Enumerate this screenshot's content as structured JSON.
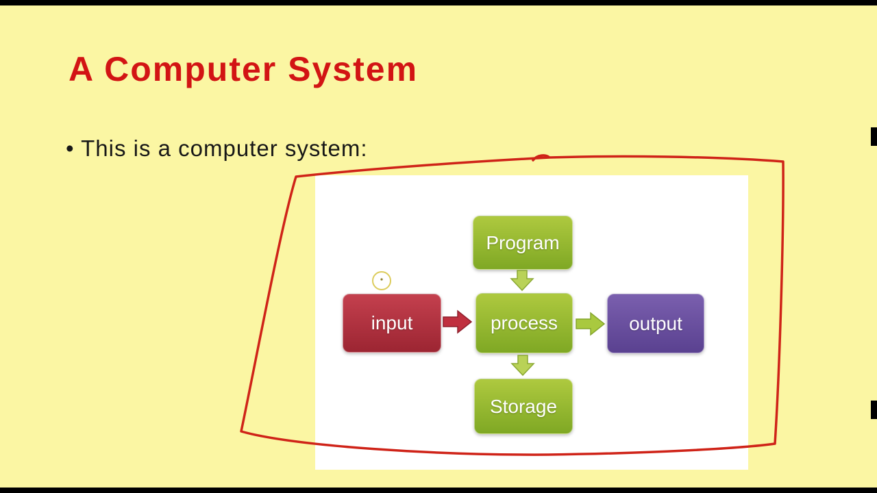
{
  "slide": {
    "title": "A Computer System",
    "bullet_text": "• This is a computer system:",
    "background_color": "#fbf6a3",
    "title_color": "#d21414",
    "body_text_color": "#171717"
  },
  "diagram": {
    "panel_color": "#ffffff",
    "nodes": [
      {
        "id": "program",
        "label": "Program",
        "color": "#8db52f"
      },
      {
        "id": "input",
        "label": "input",
        "color": "#b02b3a"
      },
      {
        "id": "process",
        "label": "process",
        "color": "#8db52f"
      },
      {
        "id": "output",
        "label": "output",
        "color": "#6a4f9e"
      },
      {
        "id": "storage",
        "label": "Storage",
        "color": "#8db52f"
      }
    ],
    "arrows": [
      {
        "from": "program",
        "to": "process",
        "direction": "down",
        "color": "#b9d257"
      },
      {
        "from": "input",
        "to": "process",
        "direction": "right",
        "color": "#c0303f"
      },
      {
        "from": "process",
        "to": "output",
        "direction": "right",
        "color": "#a9c93f"
      },
      {
        "from": "process",
        "to": "storage",
        "direction": "down",
        "color": "#b9d257"
      }
    ]
  },
  "annotations": {
    "freehand_loop_color": "#cf2318",
    "pointer_dot_color": "#d8c64a"
  }
}
